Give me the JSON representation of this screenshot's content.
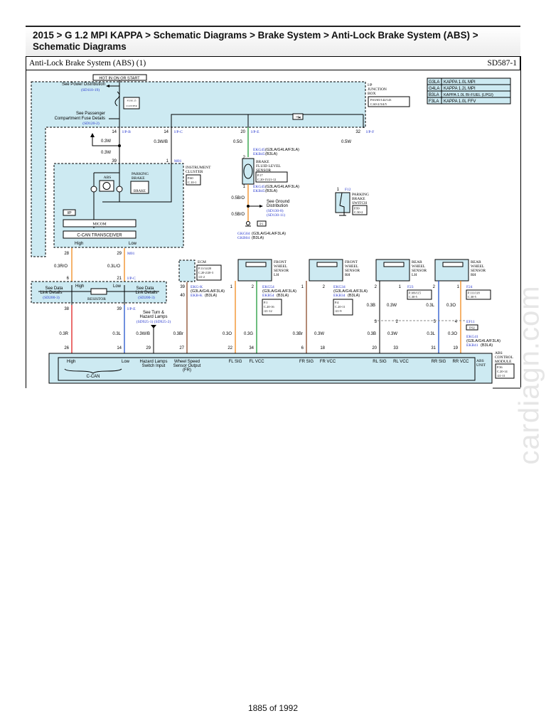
{
  "breadcrumb": {
    "text": "2015 > G 1.2 MPI KAPPA > Schematic Diagrams > Brake System > Anti-Lock Brake System (ABS) > Schematic Diagrams"
  },
  "diagram": {
    "title": "Anti-Lock Brake System (ABS) (1)",
    "code": "SD587-1",
    "hot_label": "HOT IN ON OR START",
    "power_dist": "See Power Distribution",
    "power_dist_ref": "(SD110-19)",
    "fuse_box_label1": "FUSE 25",
    "fuse_box_label2": "CLUSTER",
    "pass_fuse1": "See Passenger",
    "pass_fuse2": "Compartment Fuse Details",
    "pass_fuse_ref": "(SD120-2)",
    "junction_box": [
      "I/P",
      "JUNCTION",
      "BOX"
    ],
    "junction_ref": [
      "P.63/65/142/143",
      "C.60-2/3/4/5"
    ],
    "variants": [
      {
        "code": "G3LA",
        "desc": "KAPPA 1.0L MPI"
      },
      {
        "code": "G4LA",
        "desc": "KAPPA 1.2L MPI"
      },
      {
        "code": "B3LA",
        "desc": "KAPPA 1.0L BI-FUEL (LPGI)"
      },
      {
        "code": "F3LA",
        "desc": "KAPPA 1.0L FFV"
      }
    ],
    "jb_pins": [
      {
        "pin": "14",
        "conn": "I/P-B",
        "wire": "0.3W"
      },
      {
        "pin": "14",
        "conn": "I/P-C",
        "wire": "0.3W/B"
      },
      {
        "pin": "20",
        "conn": "I/P-E",
        "wire": "0.5G"
      },
      {
        "pin": "32",
        "conn": "I/P-F",
        "wire": "0.5W"
      }
    ],
    "wire_03w_b": "0.3W",
    "cluster": {
      "name": [
        "INSTRUMENT",
        "CLUSTER"
      ],
      "ref": [
        "P.60",
        "C.10-1"
      ],
      "pin39": "39",
      "pin1": "1",
      "conn": "M01",
      "abs": "ABS",
      "parking": [
        "PARKING",
        "BRAKE"
      ],
      "brake": "BRAKE",
      "ip": "I/P",
      "micom": "MICOM",
      "transceiver": "C-CAN TRANSCEIVER",
      "high": "High",
      "low": "Low",
      "pin28": "28",
      "pin29": "29"
    },
    "fluid_sensor": {
      "conn_top": "EKG45",
      "conn_top_var": "(G3LA/G4LA/F3LA)",
      "conn_top2": "EKB45",
      "conn_top2_var": "(B3LA)",
      "pin_top": "2",
      "name": [
        "BRAKE",
        "FLUID LEVEL",
        "SENSOR"
      ],
      "ref": [
        "P.17",
        "C.20-15/21-12"
      ],
      "pin_bot": "1",
      "wire1": "0.5B/O",
      "wire2": "0.5B/O",
      "ground": [
        "See Ground",
        "Distribution"
      ],
      "ground_refs": [
        "(SD130-8)",
        "(SD130-11)"
      ],
      "gnd_ref": "P.1",
      "gnd1": "GKG04",
      "gnd1_var": "(G3LA/G4LA/F3LA)",
      "gnd2": "GKB04",
      "gnd2_var": "(B3LA)"
    },
    "pb_switch": {
      "pin": "1",
      "conn": "F12",
      "name": [
        "PARKING",
        "BRAKE",
        "SWITCH"
      ],
      "ref": [
        "P.99",
        "C.30-2"
      ]
    },
    "can_wires": {
      "high": "0.3R/O",
      "low": "0.3L/O"
    },
    "data_link": {
      "pin6": "6",
      "pin21": "21",
      "conn": "I/P-C",
      "high": "High",
      "low": "Low",
      "left": [
        "See Data",
        "Link Details"
      ],
      "left_ref": "(SD200-3)",
      "right": [
        "See Data",
        "Link Details"
      ],
      "right_ref": "(SD200-3)",
      "resistor": "RESISTOR",
      "pin38": "38",
      "pin39": "39",
      "conn2": "I/P-E"
    },
    "turn": {
      "lines": [
        "See Turn &",
        "Hazard Lamps"
      ],
      "refs": "(SD925-1)  (SD925-2)"
    },
    "ecm": {
      "name": "ECM",
      "ref": [
        "P.11/14/20",
        "C.20-2/20-3",
        "/21-2"
      ],
      "pin39": "39",
      "pin40": "40",
      "c1": "EKG-K",
      "c1_var": "(G3LA/G4LA/F3LA)",
      "c2": "EKB-K",
      "c2_var": "(B3LA)"
    },
    "sensors": [
      {
        "name": [
          "FRONT",
          "WHEEL",
          "SENSOR",
          "LH"
        ],
        "pin_a": "1",
        "pin_b": "2",
        "conn": "EKG54",
        "var": "(G3LA/G4LA/F3LA)",
        "conn2": "EKB54",
        "var2": "(B3LA)",
        "ref": [
          "P.1",
          "C.20-16",
          "/21-12"
        ]
      },
      {
        "name": [
          "FRONT",
          "WHEEL",
          "SENSOR",
          "RH"
        ],
        "pin_a": "1",
        "pin_b": "2",
        "conn": "EKG34",
        "var": "(G3LA/G4LA/F3LA)",
        "conn2": "EKB34",
        "var2": "(B3LA)",
        "ref": [
          "P.4",
          "C.20-11",
          "/21-9"
        ]
      },
      {
        "name": [
          "REAR",
          "WHEEL",
          "SENSOR",
          "LH"
        ],
        "pin_a": "2",
        "pin_b": "1",
        "conn": "F23",
        "ref": [
          "P.109/115",
          "C.30-5"
        ],
        "w1": "0.3B",
        "w2": "0.3W",
        "p3": "3",
        "p2": "2"
      },
      {
        "name": [
          "REAR",
          "WHEEL",
          "SENSOR",
          "RH"
        ],
        "pin_a": "2",
        "pin_b": "1",
        "conn": "F24",
        "ref": [
          "P.111/118",
          "C.30-5"
        ],
        "w1": "0.3L",
        "w2": "0.3O",
        "p3": "5",
        "p2": "4"
      }
    ],
    "ef11": {
      "conn": "EF11",
      "ref": "P.92"
    },
    "ekg41": {
      "c1": "EKG41",
      "v1": "(G3LA/G4LA/F3LA)",
      "c2": "EKB41",
      "v2": "(B3LA)"
    },
    "bottom_wires": [
      {
        "wire": "0.3R",
        "pin": "26"
      },
      {
        "wire": "0.3L",
        "pin": "14"
      },
      {
        "wire": "0.3W/B",
        "pin": "29"
      },
      {
        "wire": "0.3Br",
        "pin": "27"
      },
      {
        "wire": "0.3O",
        "pin": "22"
      },
      {
        "wire": "0.3G",
        "pin": "34"
      },
      {
        "wire": "0.3Br",
        "pin": "6"
      },
      {
        "wire": "0.3W",
        "pin": "18"
      },
      {
        "wire": "0.3B",
        "pin": "20"
      },
      {
        "wire": "0.3W",
        "pin": "33"
      },
      {
        "wire": "0.3L",
        "pin": "31"
      },
      {
        "wire": "0.3O",
        "pin": "19"
      }
    ],
    "abs_pins": [
      "High",
      "Low",
      "Hazard Lamps",
      "Switch Input",
      "Wheel Speed",
      "Sensor Output",
      "(FR)",
      "FL SIG",
      "FL VCC",
      "FR SIG",
      "FR VCC",
      "RL SIG",
      "RL VCC",
      "RR SIG",
      "RR VCC"
    ],
    "ccan": "C-CAN",
    "abs_unit": [
      "ABS",
      "UNIT"
    ],
    "abs_module": [
      "ABS",
      "CONTROL",
      "MODULE"
    ],
    "abs_ref": [
      "P.36",
      "C.20-14",
      "/21-11"
    ]
  },
  "colors": {
    "box_fill": "#cdeaf2",
    "link_blue": "#2233cc",
    "wire_orange": "#f08a1c",
    "wire_green": "#1f9a3a",
    "wire_red": "#e02020",
    "wire_blue": "#2255cc",
    "wire_brown": "#8b4a2b"
  },
  "watermark": "cardiagn.com",
  "page": "1885 of 1992"
}
